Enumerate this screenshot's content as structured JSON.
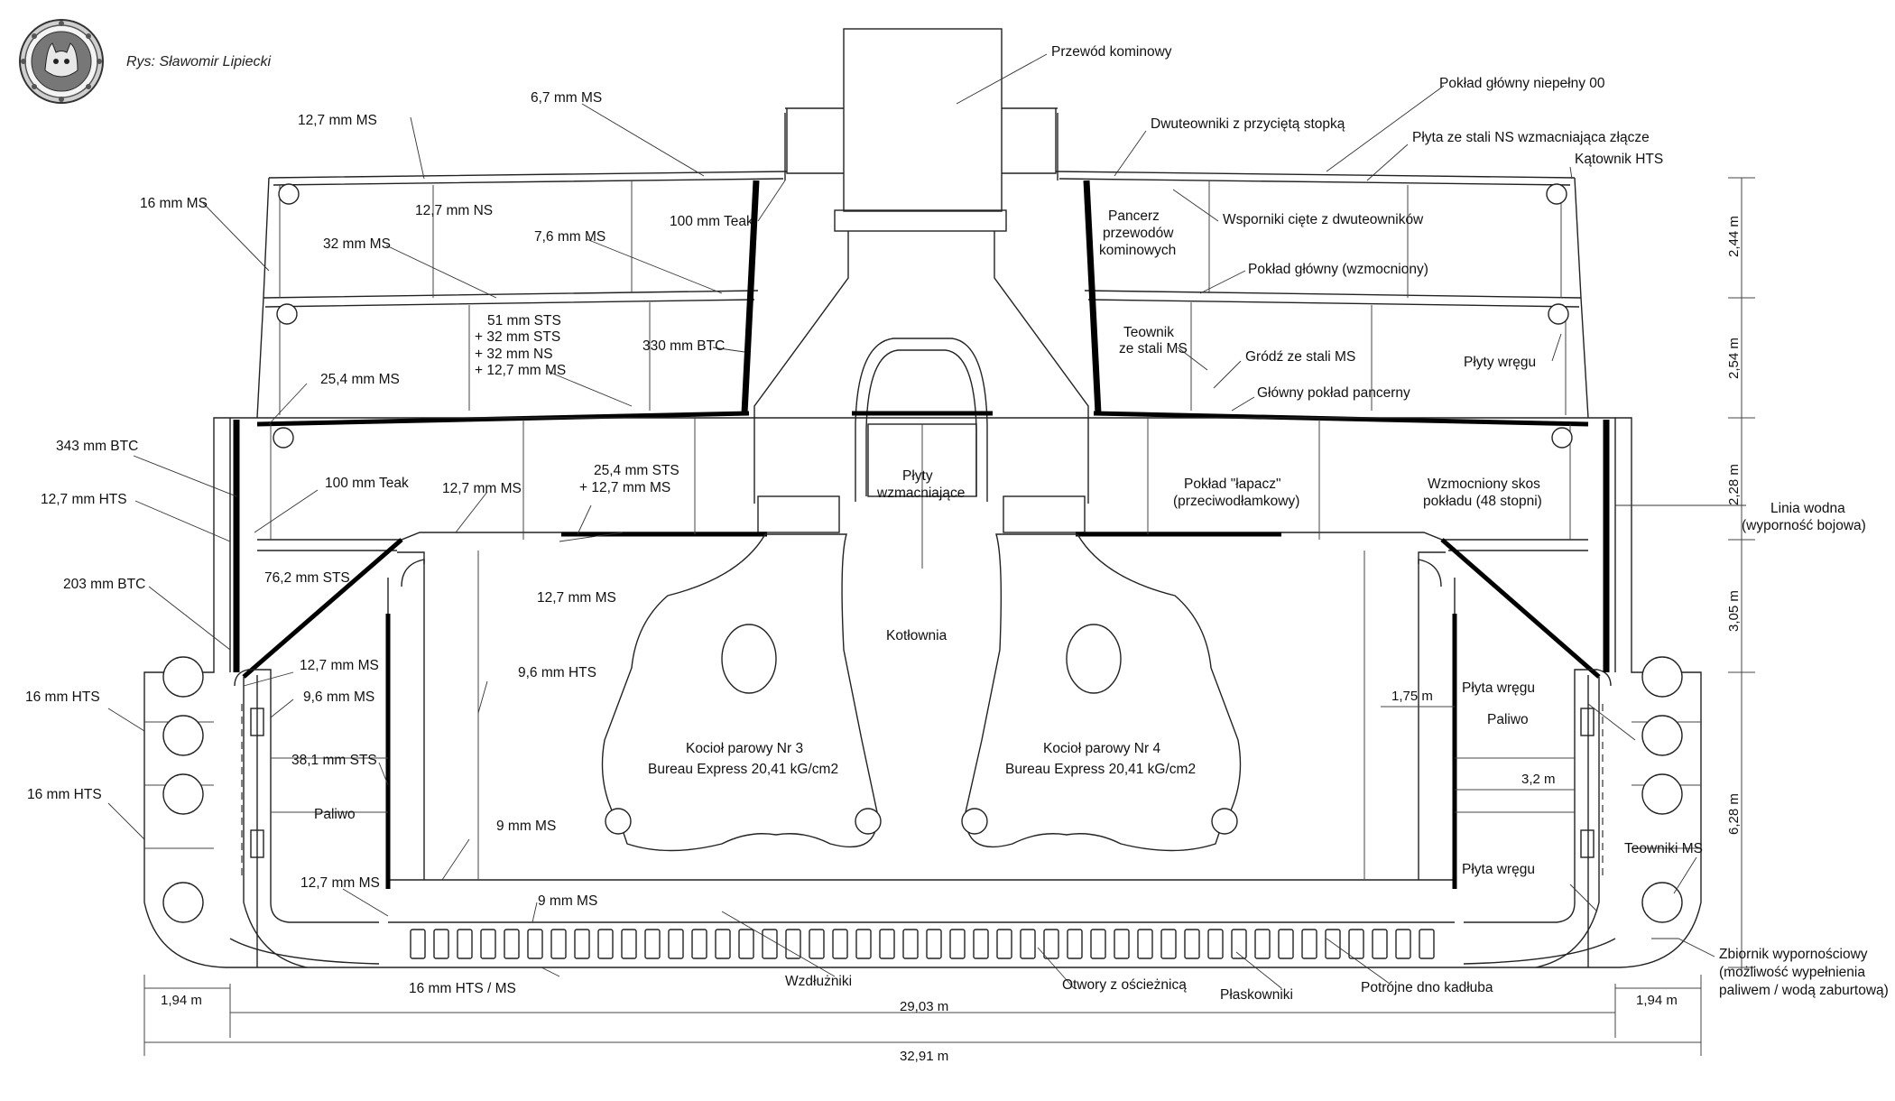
{
  "credit": "Rys: Sławomir Lipiecki",
  "logo": {
    "name": "cat-porthole-logo"
  },
  "labels": {
    "funnel_duct": "Przewód kominowy",
    "main_deck_partial": "Pokład główny niepełny 00",
    "i_beams_cut": "Dwuteowniki z przyciętą stopką",
    "ns_plate_joint": "Płyta ze stali NS wzmacniająca złącze",
    "angle_hts": "Kątownik HTS",
    "brackets_cut": "Wsporniki cięte z dwuteowników",
    "uptake_armor_1": "Pancerz",
    "uptake_armor_2": "przewodów",
    "uptake_armor_3": "kominowych",
    "main_deck_reinforced": "Pokład główny (wzmocniony)",
    "t_beam_1": "Teownik",
    "t_beam_2": "ze stali MS",
    "girder_ms": "Gródź ze stali MS",
    "main_armor_deck": "Główny pokład pancerny",
    "frame_plates_top": "Płyty wręgu",
    "catcher_deck_1": "Pokład \"łapacz\"",
    "catcher_deck_2": "(przeciwodłamkowy)",
    "slope_1": "Wzmocniony skos",
    "slope_2": "pokładu (48 stopni)",
    "waterline_1": "Linia wodna",
    "waterline_2": "(wyporność bojowa)",
    "reinf_plates_1": "Płyty",
    "reinf_plates_2": "wzmacniające",
    "boiler_room": "Kotłownia",
    "boiler3_1": "Kocioł parowy Nr 3",
    "boiler3_2": "Bureau Express 20,41 kG/cm2",
    "boiler4_1": "Kocioł parowy Nr 4",
    "boiler4_2": "Bureau Express 20,41 kG/cm2",
    "frame_plate_r1": "Płyta wręgu",
    "fuel_right": "Paliwo",
    "frame_plate_r2": "Płyta wręgu",
    "t_beams_ms": "Teowniki MS",
    "fuel_left": "Paliwo",
    "longitudinals": "Wzdłużniki",
    "holes_flange": "Otwory z ościeżnicą",
    "flat_bars": "Płaskowniki",
    "triple_bottom": "Potrójne dno kadłuba",
    "buoyancy_1": "Zbiornik wypornościowy",
    "buoyancy_2": "(możliwość wypełnienia",
    "buoyancy_3": "paliwem / wodą zaburtową)"
  },
  "thickness": {
    "t_67ms": "6,7 mm MS",
    "t_127ms_top": "12,7 mm MS",
    "t_16ms": "16 mm MS",
    "t_127ns": "12,7 mm NS",
    "t_32ms": "32 mm MS",
    "t_76ms": "7,6 mm MS",
    "teak100_top": "100 mm Teak",
    "deck_a": "51 mm STS",
    "deck_b": "+ 32 mm STS",
    "deck_c": "+ 32 mm NS",
    "deck_d": "+ 12,7 mm MS",
    "btc330": "330 mm BTC",
    "t_254ms": "25,4 mm MS",
    "btc343": "343 mm BTC",
    "t_127hts": "12,7 mm HTS",
    "teak100_left": "100 mm Teak",
    "t_127ms_mid": "12,7 mm MS",
    "sts254_a": "25,4 mm STS",
    "sts254_b": "+ 12,7 mm MS",
    "btc203": "203 mm BTC",
    "sts762": "76,2 mm STS",
    "t_127ms_low": "12,7 mm MS",
    "t_127ms_slope": "12,7 mm MS",
    "t_96ms": "9,6 mm MS",
    "t_96hts": "9,6 mm HTS",
    "hts16_a": "16 mm HTS",
    "hts16_b": "16 mm HTS",
    "sts381": "38,1 mm STS",
    "t_9ms_a": "9 mm MS",
    "t_127ms_bot": "12,7 mm MS",
    "t_9ms_b": "9 mm MS",
    "hts_ms16": "16 mm HTS / MS"
  },
  "dimensions": {
    "h1": "2,44 m",
    "h2": "2,54 m",
    "h3": "2,28 m",
    "h4": "3,05 m",
    "h5": "6,28 m",
    "w_175": "1,75 m",
    "w_32": "3,2 m",
    "w_left": "1,94 m",
    "w_right": "1,94 m",
    "w_inner": "29,03 m",
    "w_total": "32,91 m"
  }
}
